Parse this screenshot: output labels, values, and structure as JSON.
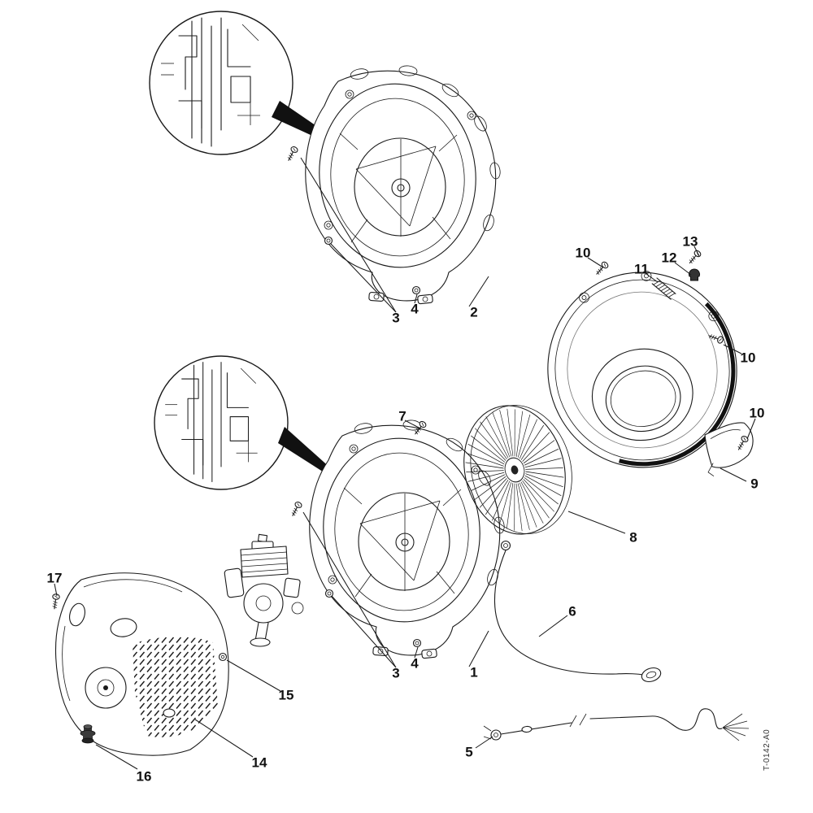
{
  "diagram": {
    "code": "T-0142-A0",
    "colors": {
      "ink": "#1a1a1a",
      "paper": "#ffffff"
    },
    "callouts": [
      {
        "label": "3"
      },
      {
        "label": "4"
      },
      {
        "label": "2"
      },
      {
        "label": "7"
      },
      {
        "label": "10"
      },
      {
        "label": "11"
      },
      {
        "label": "12"
      },
      {
        "label": "13"
      },
      {
        "label": "10"
      },
      {
        "label": "10"
      },
      {
        "label": "9"
      },
      {
        "label": "8"
      },
      {
        "label": "6"
      },
      {
        "label": "5"
      },
      {
        "label": "3"
      },
      {
        "label": "4"
      },
      {
        "label": "1"
      },
      {
        "label": "17"
      },
      {
        "label": "15"
      },
      {
        "label": "14"
      },
      {
        "label": "16"
      }
    ]
  }
}
